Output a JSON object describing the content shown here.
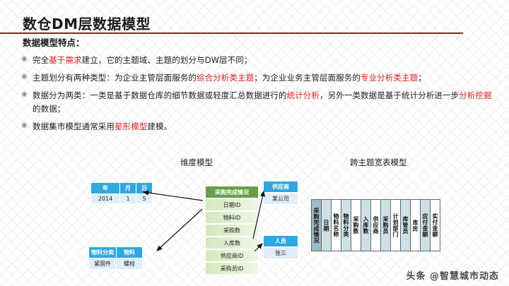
{
  "header": {
    "title": "数仓DM层数据模型",
    "subtitle": "数据模型特点："
  },
  "bullets": [
    {
      "marker": "◉",
      "segments": [
        {
          "t": "完全"
        },
        {
          "t": "基于需求",
          "hl": true
        },
        {
          "t": "建立，它的主题域、主题的划分与DW层不同；"
        }
      ]
    },
    {
      "marker": "◉",
      "segments": [
        {
          "t": "主题划分有两种类型：为企业主管层面服务的"
        },
        {
          "t": "综合分析类主题",
          "hl": true
        },
        {
          "t": "；为企业业务主管层面服务的"
        },
        {
          "t": "专业分析类主题",
          "hl": true
        },
        {
          "t": "；"
        }
      ]
    },
    {
      "marker": "◉",
      "segments": [
        {
          "t": "数据分为两类：一类是基于数据仓库的细节数据或轻度汇总数据进行的"
        },
        {
          "t": "统计分析",
          "hl": true
        },
        {
          "t": "，另外一类数据是基于统计分析进一步"
        },
        {
          "t": "分析挖掘",
          "hl": true
        },
        {
          "t": "的数据；"
        }
      ]
    },
    {
      "marker": "◉",
      "segments": [
        {
          "t": "数据集市模型通常采用"
        },
        {
          "t": "星形模型",
          "hl": true
        },
        {
          "t": "建模。"
        }
      ]
    }
  ],
  "diagrams": {
    "dimensional": {
      "caption": "维度模型",
      "date_table": {
        "headers": [
          "年",
          "月",
          "日"
        ],
        "values": [
          "2014",
          "1",
          "5"
        ]
      },
      "material_table": {
        "headers": [
          "物料分类",
          "物料"
        ],
        "values": [
          "紧固件",
          "螺栓"
        ]
      },
      "fact_table": {
        "title": "采购完成情况",
        "rows": [
          "日期ID",
          "物料ID",
          "采购数",
          "入库数",
          "供应商ID",
          "采购员ID"
        ]
      },
      "supplier_table": {
        "header": "供应商",
        "value": "某公司"
      },
      "person_table": {
        "header": "人员",
        "value": "张三"
      }
    },
    "wide": {
      "caption": "跨主题宽表模型",
      "columns": [
        {
          "label": "采购完成情况",
          "shade": "c0"
        },
        {
          "label": "日期",
          "shade": "c1"
        },
        {
          "label": "物料名称",
          "shade": "c2"
        },
        {
          "label": "物料分类",
          "shade": "c1"
        },
        {
          "label": "采购数",
          "shade": "c2"
        },
        {
          "label": "入库数",
          "shade": "c1"
        },
        {
          "label": "供应商",
          "shade": "c2"
        },
        {
          "label": "采购员",
          "shade": "c1"
        },
        {
          "label": "计划部门",
          "shade": "c2"
        },
        {
          "label": "库管员",
          "shade": "c1"
        },
        {
          "label": "库房",
          "shade": "c2"
        },
        {
          "label": "应付金额",
          "shade": "c1"
        },
        {
          "label": "实付金额",
          "shade": "c2"
        }
      ]
    }
  },
  "watermark": "头条 @智慧城市动态",
  "colors": {
    "rule": "#9c1b1b",
    "highlight": "#e02020",
    "fact_header": "#66a046",
    "dim_header": "#2fa8e0"
  }
}
